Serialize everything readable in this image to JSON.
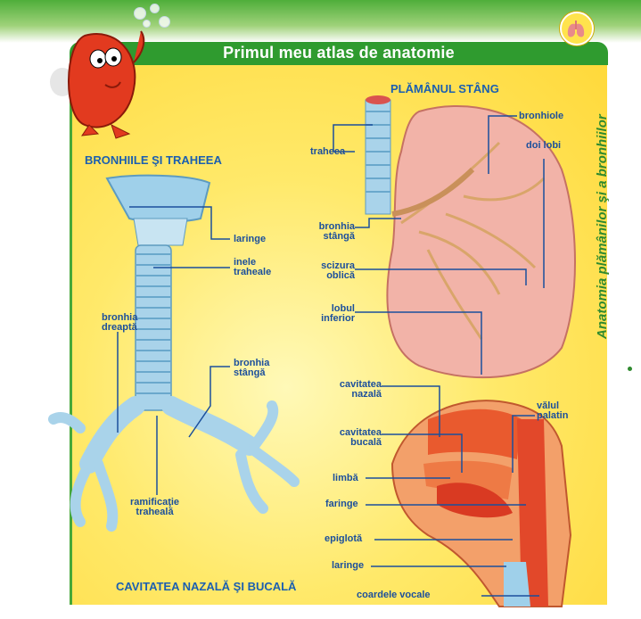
{
  "header": {
    "title": "Primul meu atlas de anatomie"
  },
  "side_title": "Anatomia plămânilor şi a bronhiilor",
  "sections": {
    "bronchi": "BRONHIILE ŞI TRAHEEA",
    "lung": "PLĂMÂNUL STÂNG",
    "cavity": "CAVITATEA NAZALĂ ŞI BUCALĂ"
  },
  "bronchi_labels": {
    "laringe": "laringe",
    "inele_1": "inele",
    "inele_2": "traheale",
    "bronhia_dreapta_1": "bronhia",
    "bronhia_dreapta_2": "dreaptă",
    "bronhia_stanga_1": "bronhia",
    "bronhia_stanga_2": "stângă",
    "ramificatie_1": "ramificaţie",
    "ramificatie_2": "traheală"
  },
  "lung_labels": {
    "traheea": "traheea",
    "bronhia_1": "bronhia",
    "bronhia_2": "stângă",
    "scizura_1": "scizura",
    "scizura_2": "oblică",
    "lobul_1": "lobul",
    "lobul_2": "inferior",
    "bronhiole": "bronhiole",
    "doi_lobi": "doi lobi"
  },
  "cavity_labels": {
    "nazala_1": "cavitatea",
    "nazala_2": "nazală",
    "bucala_1": "cavitatea",
    "bucala_2": "bucală",
    "limba": "limbă",
    "faringe": "faringe",
    "epiglota": "epiglotă",
    "laringe": "laringe",
    "coardele": "coardele vocale",
    "valul_1": "vălul",
    "valul_2": "palatin"
  },
  "colors": {
    "title_bar": "#2f9b2f",
    "label_text": "#1b4f9c",
    "background_yellow": "#ffe96a",
    "trachea_blue": "#a9d3ea",
    "lung_pink": "#f2b3a8",
    "tissue_red": "#e2482a"
  }
}
